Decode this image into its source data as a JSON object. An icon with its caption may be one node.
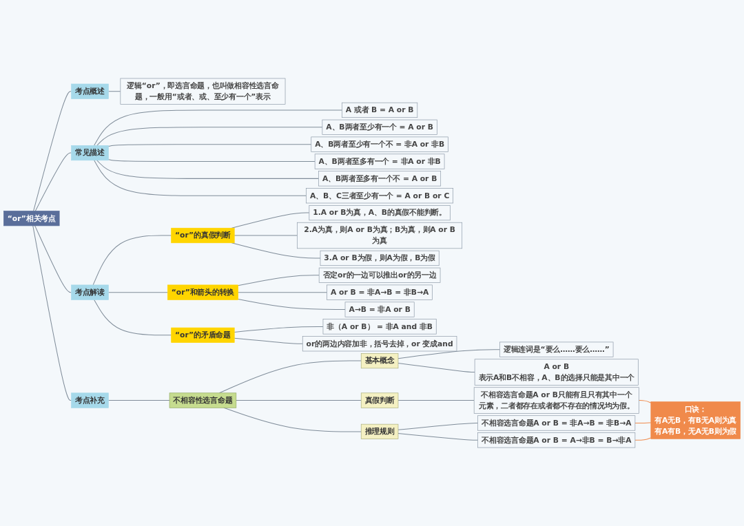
{
  "diagram": {
    "nodes": [
      {
        "text": [
          "“or”相关考点"
        ]
      },
      {
        "text": [
          "考点概述"
        ]
      },
      {
        "text": [
          "逻辑“or”，即选言命题，也叫做相容性选言命题，一般用“或者、或、至少有一个”表示"
        ]
      },
      {
        "text": [
          "常见描述"
        ]
      },
      {
        "text": [
          "A 或者 B = A or B"
        ]
      },
      {
        "text": [
          "A、B两者至少有一个 = A or B"
        ]
      },
      {
        "text": [
          "A、B两者至少有一个不 = 非A or 非B"
        ]
      },
      {
        "text": [
          "A、B两者至多有一个 = 非A or 非B"
        ]
      },
      {
        "text": [
          "A、B两者至多有一个不 = A or B"
        ]
      },
      {
        "text": [
          "A、B、C三者至少有一个 = A or B or C"
        ]
      },
      {
        "text": [
          "考点解读"
        ]
      },
      {
        "text": [
          "“or”的真假判断"
        ]
      },
      {
        "text": [
          "1.A or B为真，A、B的真假不能判断。"
        ]
      },
      {
        "text": [
          "2.A为真，则A or B为真；B为真，则A or B为真"
        ]
      },
      {
        "text": [
          "3.A or B为假，则A为假，B为假"
        ]
      },
      {
        "text": [
          "“or”和箭头的转换"
        ]
      },
      {
        "text": [
          "否定or的一边可以推出or的另一边"
        ]
      },
      {
        "text": [
          "A or B = 非A→B = 非B→A"
        ]
      },
      {
        "text": [
          "A→B = 非A or B"
        ]
      },
      {
        "text": [
          "“or”的矛盾命题"
        ]
      },
      {
        "text": [
          "非（A or B） = 非A and 非B"
        ]
      },
      {
        "text": [
          "or的两边内容加非，括号去掉，or 变成and"
        ]
      },
      {
        "text": [
          "考点补充"
        ]
      },
      {
        "text": [
          "不相容性选言命题"
        ]
      },
      {
        "text": [
          "基本概念"
        ]
      },
      {
        "text": [
          "逻辑连词是“要么……要么……”"
        ]
      },
      {
        "text": [
          "A or B",
          "表示A和B不相容，A、B的选择只能是其中一个"
        ]
      },
      {
        "text": [
          "真假判断"
        ]
      },
      {
        "text": [
          "不相容选言命题A or B只能有且只有其中一个元素，二者都存在或者都不存在的情况均为假。"
        ]
      },
      {
        "text": [
          "推理规则"
        ]
      },
      {
        "text": [
          "不相容选言命题A or B = 非A→B = 非B→A"
        ]
      },
      {
        "text": [
          "不相容选言命题A or B = A→非B = B→非A"
        ]
      },
      {
        "text": [
          "口诀：",
          "有A无B，有B无A则为真",
          "有A有B，无A无B则为假"
        ]
      }
    ],
    "edges": [
      {
        "from": 0,
        "to": 1,
        "arrow": "none"
      },
      {
        "from": 1,
        "to": 2,
        "arrow": "none"
      },
      {
        "from": 0,
        "to": 3,
        "arrow": "none"
      },
      {
        "from": 3,
        "to": 4,
        "arrow": "none"
      },
      {
        "from": 3,
        "to": 5,
        "arrow": "none"
      },
      {
        "from": 3,
        "to": 6,
        "arrow": "none"
      },
      {
        "from": 3,
        "to": 7,
        "arrow": "none"
      },
      {
        "from": 3,
        "to": 8,
        "arrow": "none"
      },
      {
        "from": 3,
        "to": 9,
        "arrow": "none"
      },
      {
        "from": 0,
        "to": 10,
        "arrow": "none"
      },
      {
        "from": 10,
        "to": 11,
        "arrow": "none"
      },
      {
        "from": 11,
        "to": 12,
        "arrow": "none"
      },
      {
        "from": 11,
        "to": 13,
        "arrow": "none"
      },
      {
        "from": 11,
        "to": 14,
        "arrow": "none"
      },
      {
        "from": 10,
        "to": 15,
        "arrow": "none"
      },
      {
        "from": 15,
        "to": 16,
        "arrow": "none"
      },
      {
        "from": 15,
        "to": 17,
        "arrow": "none"
      },
      {
        "from": 15,
        "to": 18,
        "arrow": "none"
      },
      {
        "from": 10,
        "to": 19,
        "arrow": "none"
      },
      {
        "from": 19,
        "to": 20,
        "arrow": "none"
      },
      {
        "from": 19,
        "to": 21,
        "arrow": "none"
      },
      {
        "from": 0,
        "to": 22,
        "arrow": "none"
      },
      {
        "from": 22,
        "to": 23,
        "arrow": "none"
      },
      {
        "from": 23,
        "to": 24,
        "arrow": "none"
      },
      {
        "from": 24,
        "to": 25,
        "arrow": "none"
      },
      {
        "from": 24,
        "to": 26,
        "arrow": "none"
      },
      {
        "from": 23,
        "to": 27,
        "arrow": "none"
      },
      {
        "from": 27,
        "to": 28,
        "arrow": "none"
      },
      {
        "from": 23,
        "to": 29,
        "arrow": "none"
      },
      {
        "from": 29,
        "to": 30,
        "arrow": "none"
      },
      {
        "from": 29,
        "to": 31,
        "arrow": "none"
      },
      {
        "from": 28,
        "to": 32,
        "arrow": "none",
        "color": "#f08a4b"
      },
      {
        "from": 30,
        "to": 32,
        "arrow": "none",
        "color": "#f08a4b"
      },
      {
        "from": 31,
        "to": 32,
        "arrow": "none",
        "color": "#f08a4b"
      }
    ]
  }
}
